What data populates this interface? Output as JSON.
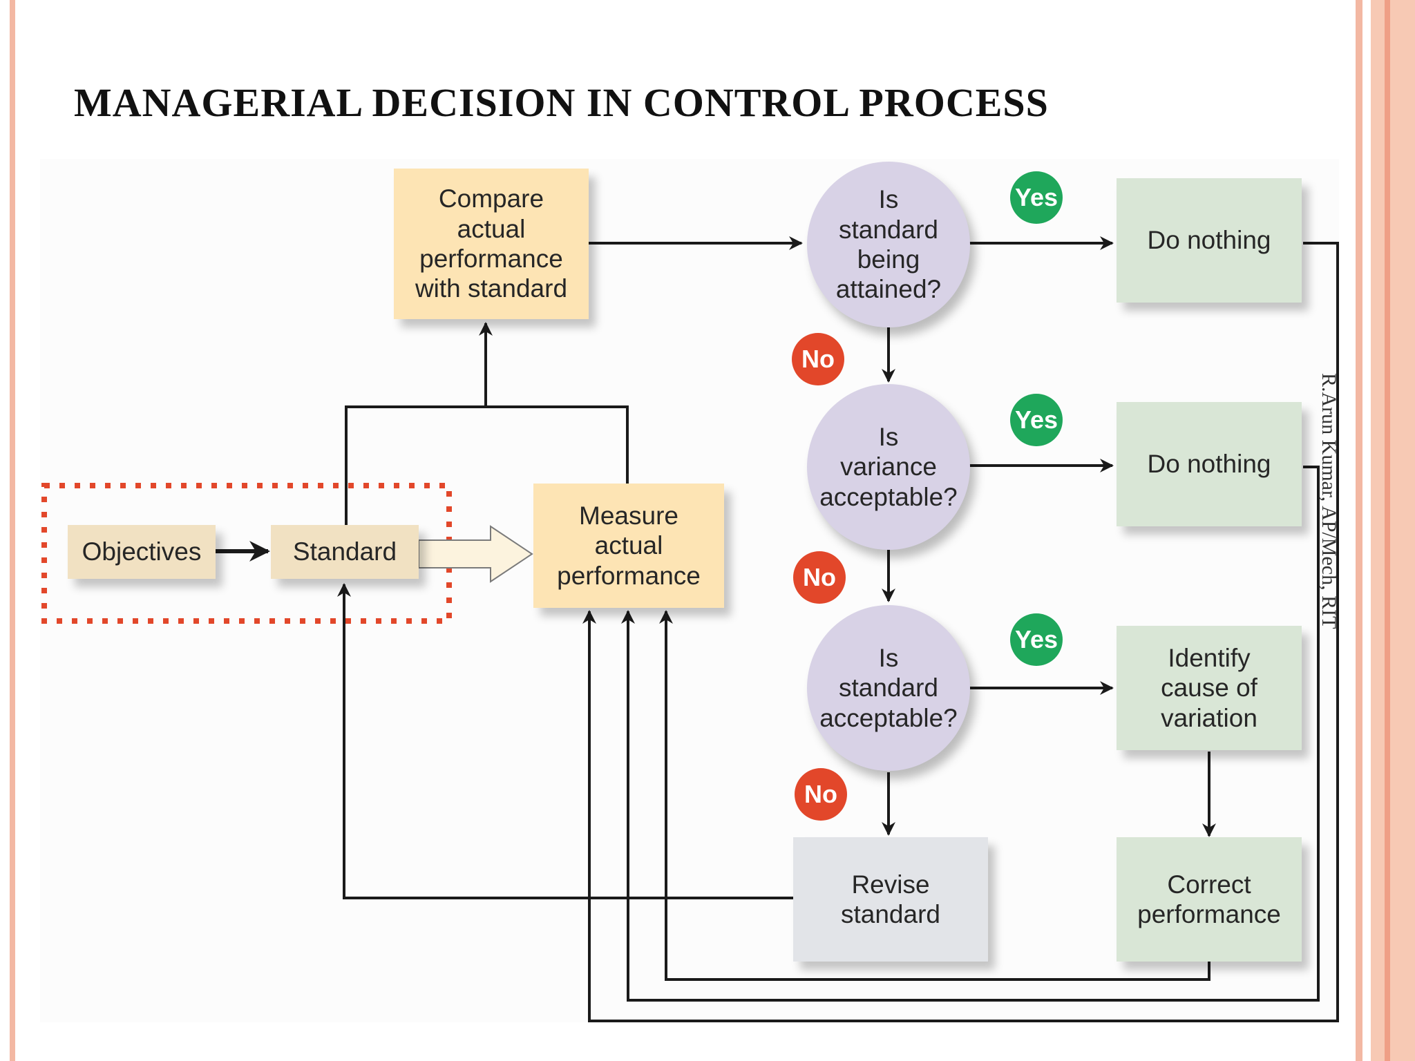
{
  "slide": {
    "title": "MANAGERIAL DECISION IN CONTROL PROCESS",
    "watermark": "R.Arun Kumar, AP/Mech, RIT"
  },
  "diagram": {
    "nodes": {
      "objectives": "Objectives",
      "standard": "Standard",
      "compare": "Compare\nactual\nperformance\nwith standard",
      "measure": "Measure\nactual\nperformance",
      "q_attained": "Is\nstandard\nbeing\nattained?",
      "q_variance": "Is\nvariance\nacceptable?",
      "q_standard": "Is\nstandard\nacceptable?",
      "do_nothing_1": "Do nothing",
      "do_nothing_2": "Do nothing",
      "identify": "Identify\ncause of\nvariation",
      "correct": "Correct\nperformance",
      "revise": "Revise\nstandard"
    },
    "labels": {
      "yes": "Yes",
      "no": "No"
    }
  },
  "colors": {
    "border": "#f3b8a3",
    "tan": "#f1e1c2",
    "cream": "#fde4b4",
    "green_box": "#d9e6d6",
    "grey_box": "#e2e4e8",
    "decision": "#d8d2e6",
    "yes": "#1fa75b",
    "no": "#e2472a",
    "dotted_outline": "#e2472a"
  }
}
